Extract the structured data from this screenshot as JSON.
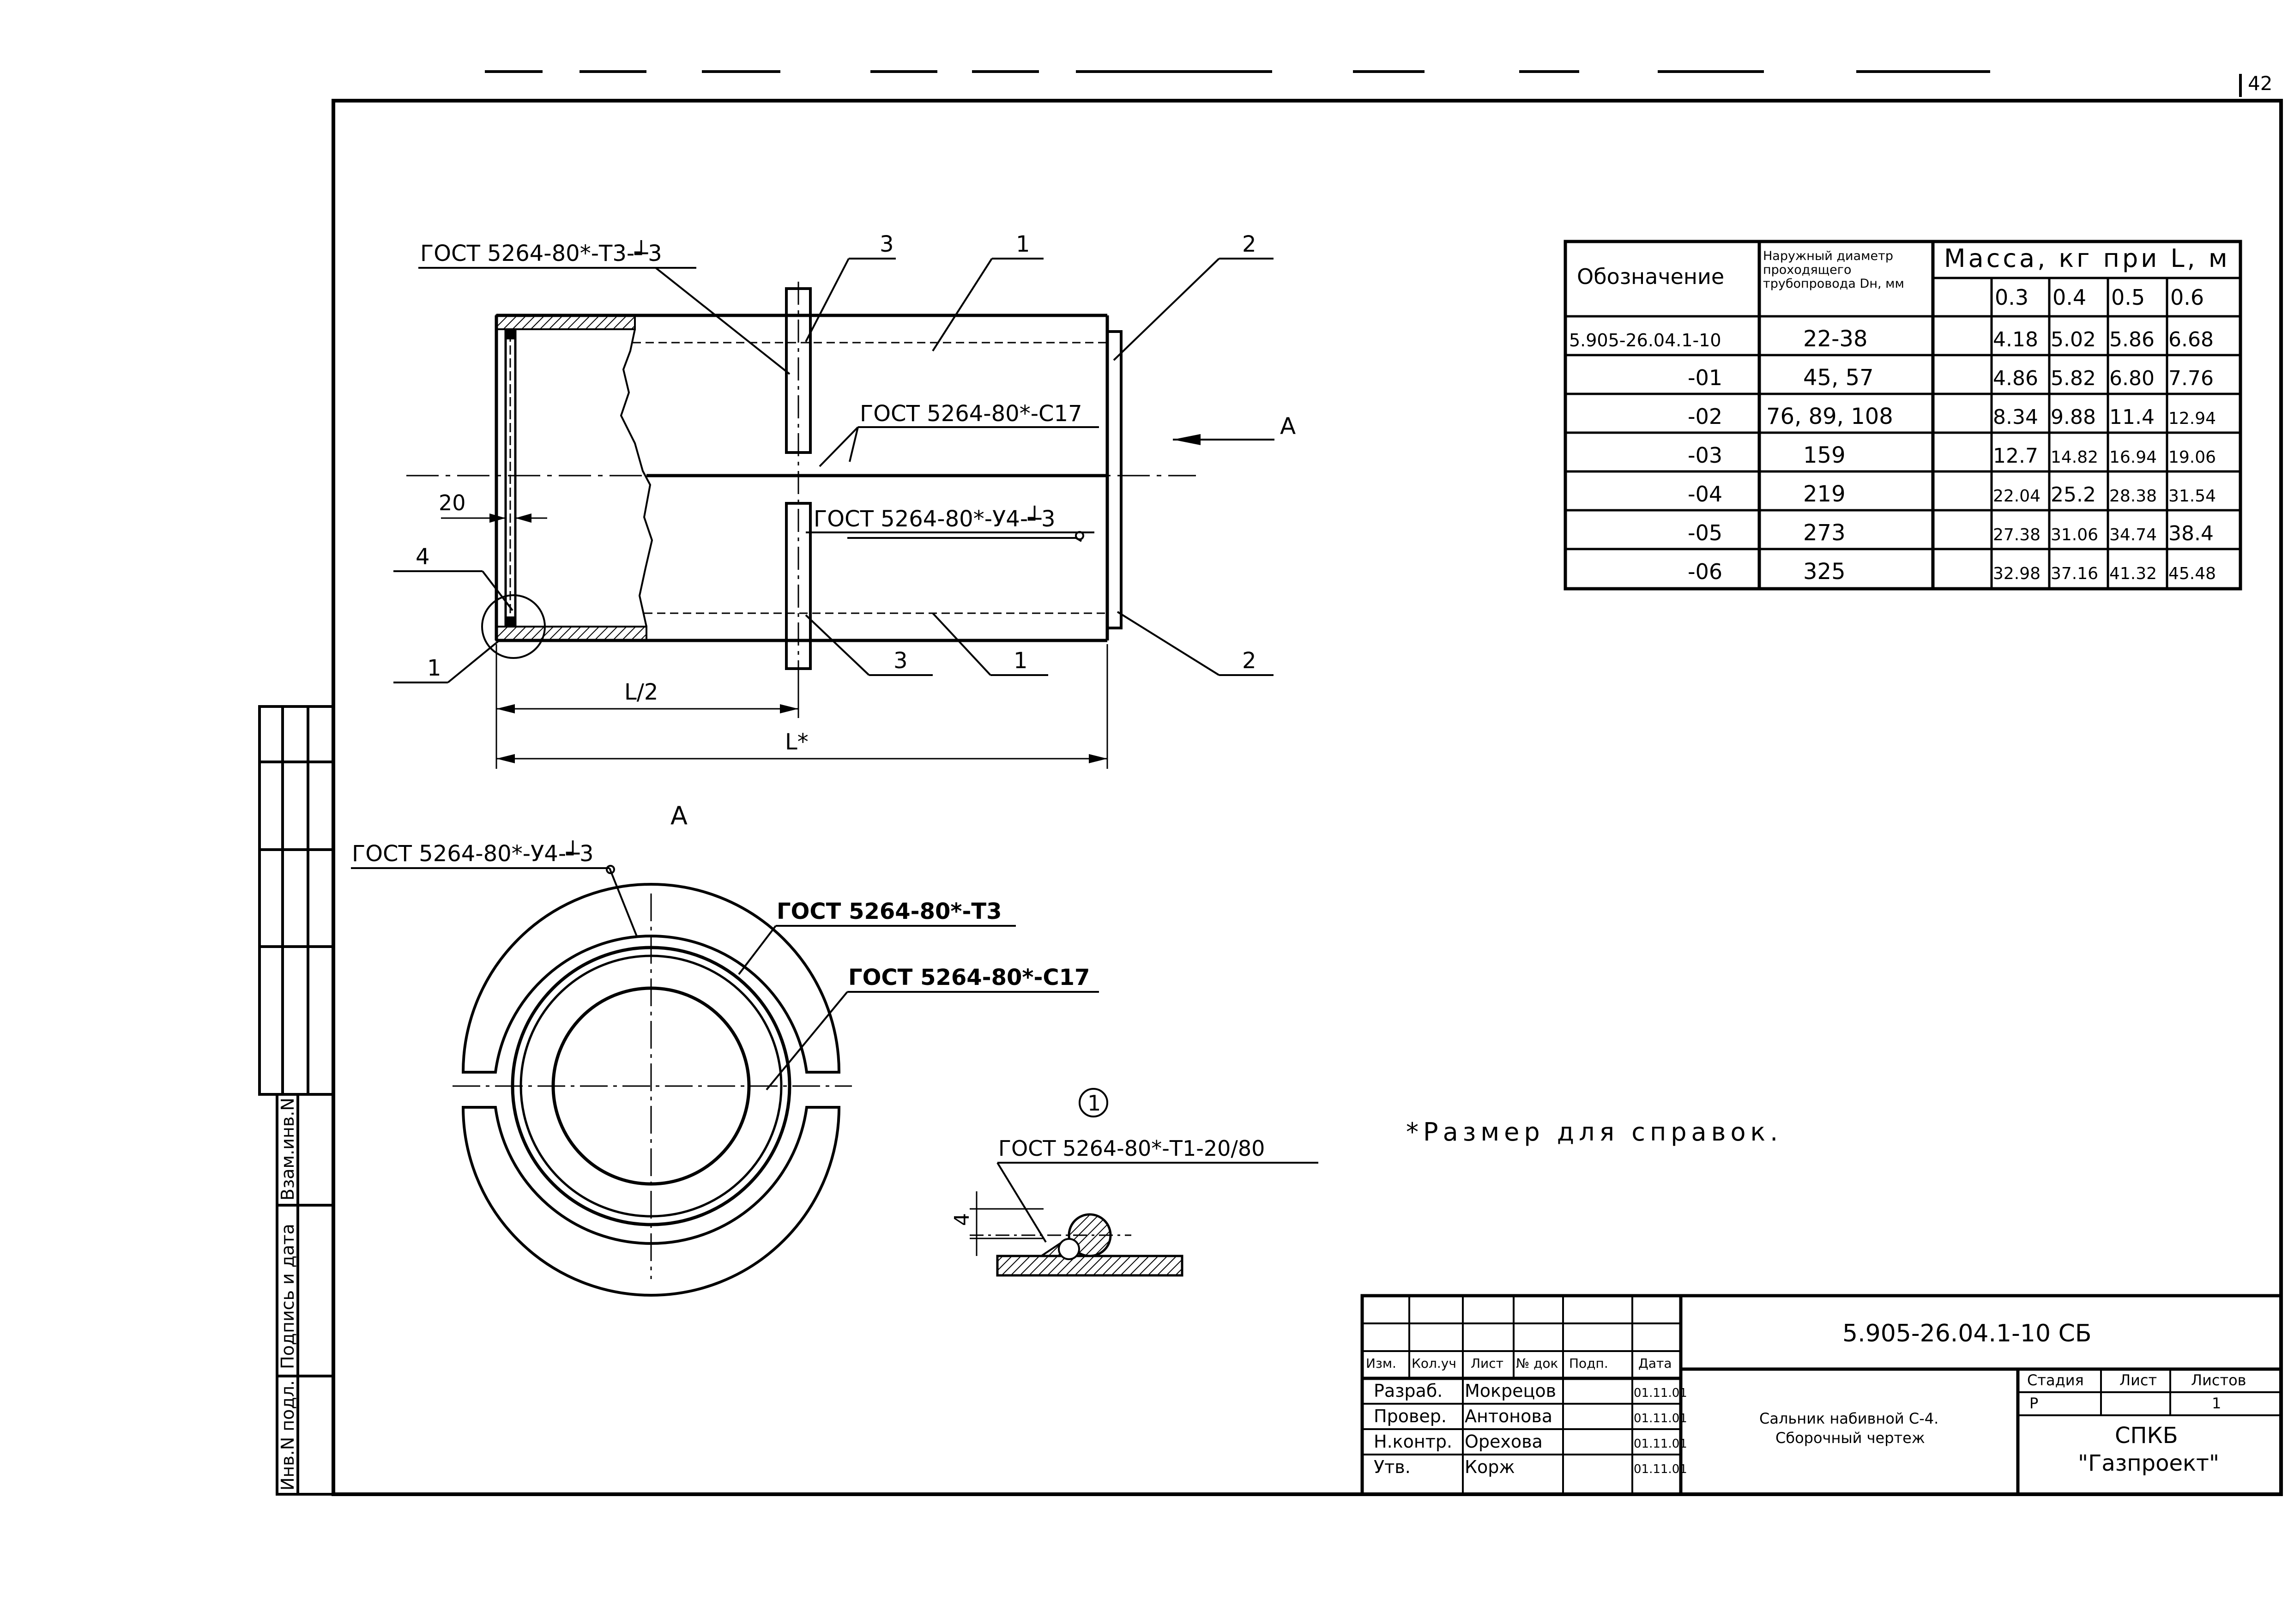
{
  "sheet": {
    "page_number": "42"
  },
  "main_view": {
    "callouts": {
      "weld_top": "ГОСТ 5264-80*-Т3-┵3",
      "weld_mid": "ГОСТ 5264-80*-С17",
      "weld_lower": "ГОСТ 5264-80*-У4-┵3",
      "pos1_top": "1",
      "pos2_top": "2",
      "pos3_top": "3",
      "pos1_bottom": "1",
      "pos2_bottom": "2",
      "pos3_bottom": "3",
      "pos4": "4",
      "pos1_left": "1"
    },
    "view_arrow": "А",
    "dim_20": "20",
    "dim_half": "L/2",
    "dim_full": "L*"
  },
  "section_view": {
    "title": "А",
    "weld_top": "ГОСТ 5264-80*-У4-┵3",
    "weld_t3": "ГОСТ 5264-80*-Т3",
    "weld_c17": "ГОСТ 5264-80*-С17"
  },
  "detail_view": {
    "marker": "1",
    "weld": "ГОСТ 5264-80*-Т1-20/80",
    "dim": "4"
  },
  "note": "*Размер для справок.",
  "mass_table": {
    "col_designation": "Обозначение",
    "col_diameter": "Наружный диаметр проходящего трубопровода Dн, мм",
    "col_mass": "Масса, кг при L, м",
    "lengths": [
      "0.3",
      "0.4",
      "0.5",
      "0.6"
    ],
    "rows": [
      {
        "designation": "5.905-26.04.1-10",
        "diameter": "22-38",
        "masses": [
          "4.18",
          "5.02",
          "5.86",
          "6.68"
        ]
      },
      {
        "designation": "-01",
        "diameter": "45, 57",
        "masses": [
          "4.86",
          "5.82",
          "6.80",
          "7.76"
        ]
      },
      {
        "designation": "-02",
        "diameter": "76, 89, 108",
        "masses": [
          "8.34",
          "9.88",
          "11.4",
          "12.94"
        ]
      },
      {
        "designation": "-03",
        "diameter": "159",
        "masses": [
          "12.7",
          "14.82",
          "16.94",
          "19.06"
        ]
      },
      {
        "designation": "-04",
        "diameter": "219",
        "masses": [
          "22.04",
          "25.2",
          "28.38",
          "31.54"
        ]
      },
      {
        "designation": "-05",
        "diameter": "273",
        "masses": [
          "27.38",
          "31.06",
          "34.74",
          "38.4"
        ]
      },
      {
        "designation": "-06",
        "diameter": "325",
        "masses": [
          "32.98",
          "37.16",
          "41.32",
          "45.48"
        ]
      }
    ]
  },
  "title_block": {
    "document_code": "5.905-26.04.1-10 СБ",
    "title_line1": "Сальник набивной С-4.",
    "title_line2": "Сборочный чертеж",
    "col_headers": [
      "Изм.",
      "Кол.уч",
      "Лист",
      "№ док",
      "Подп.",
      "Дата"
    ],
    "roles": [
      {
        "role": "Разраб.",
        "name": "Мокрецов",
        "date": "01.11.01"
      },
      {
        "role": "Провер.",
        "name": "Антонова",
        "date": "01.11.01"
      },
      {
        "role": "Н.контр.",
        "name": "Орехова",
        "date": "01.11.01"
      },
      {
        "role": "Утв.",
        "name": "Корж",
        "date": "01.11.01"
      }
    ],
    "stage_label": "Стадия",
    "sheet_label": "Лист",
    "sheets_label": "Листов",
    "stage": "Р",
    "sheet": "",
    "sheets": "1",
    "org_line1": "СПКБ",
    "org_line2": "\"Газпроект\""
  },
  "side_stamp": {
    "inv_orig": "Инв.N подл.",
    "sign_date": "Подпись и дата",
    "replace_inv": "Взам.инв.N"
  }
}
